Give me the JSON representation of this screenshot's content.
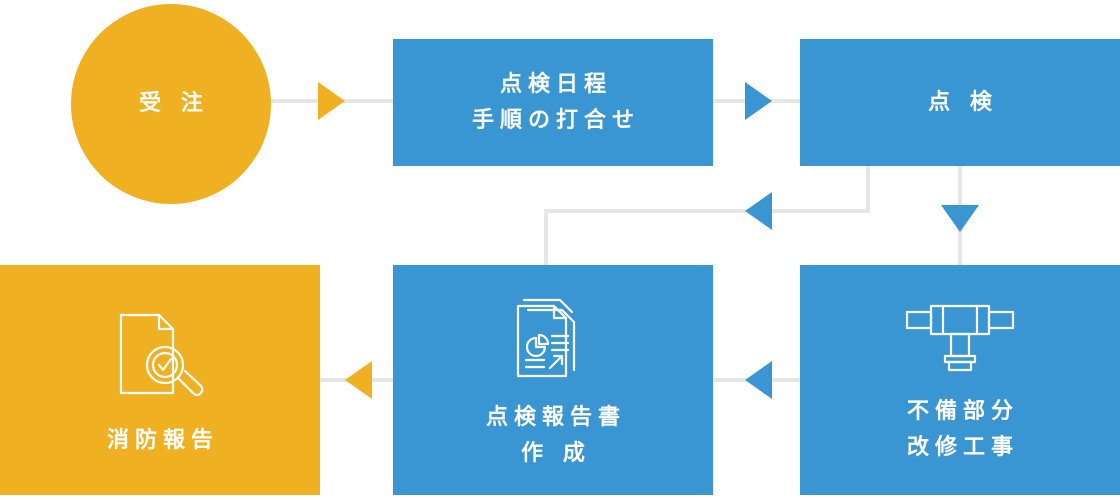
{
  "colors": {
    "blue": "#3a96d2",
    "yellow": "#efb121",
    "connector": "#e6e6e6"
  },
  "steps": {
    "order": {
      "lines": [
        "受 注"
      ]
    },
    "schedule": {
      "lines": [
        "点検日程",
        "手順の打合せ"
      ]
    },
    "inspection": {
      "lines": [
        "点 検"
      ]
    },
    "repair": {
      "icon": "pipe-fitting-icon",
      "lines": [
        "不備部分",
        "改修工事"
      ]
    },
    "report_creation": {
      "icon": "report-document-icon",
      "lines": [
        "点検報告書",
        "作 成"
      ]
    },
    "fire_report": {
      "icon": "document-search-check-icon",
      "lines": [
        "消防報告"
      ]
    }
  }
}
